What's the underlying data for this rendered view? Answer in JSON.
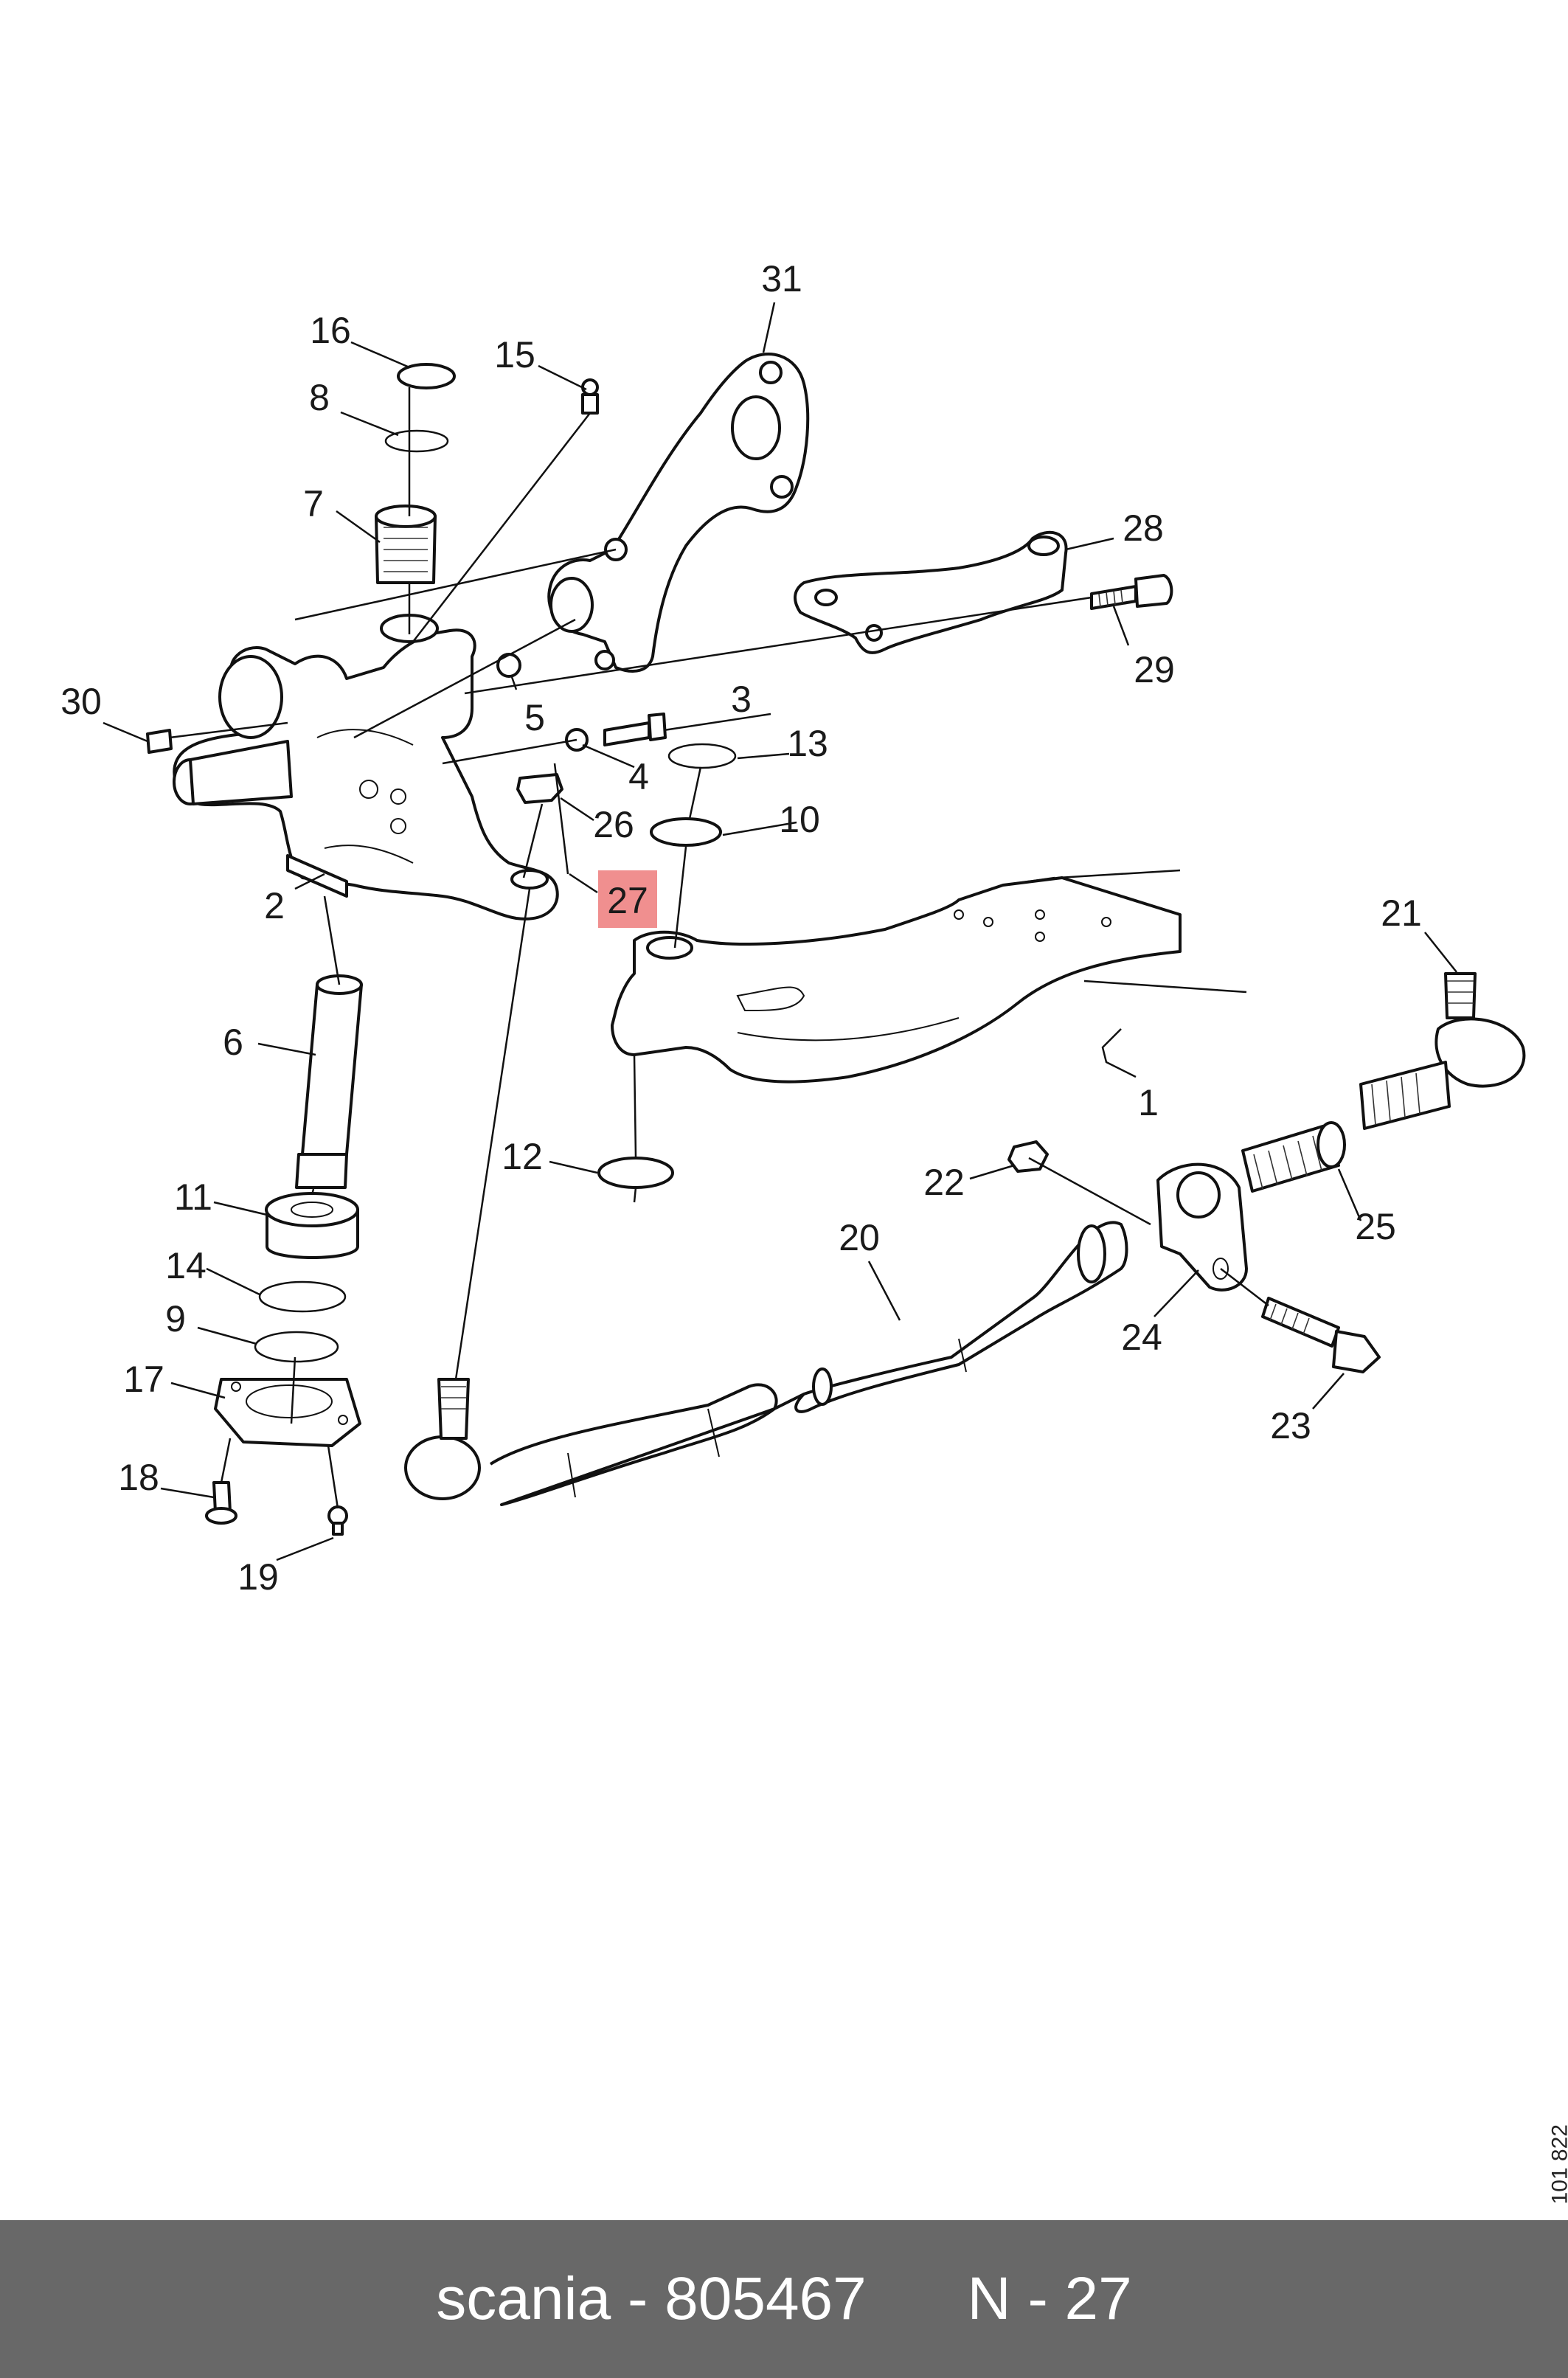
{
  "diagram": {
    "callouts": [
      "1",
      "2",
      "3",
      "4",
      "5",
      "6",
      "7",
      "8",
      "9",
      "10",
      "11",
      "12",
      "13",
      "14",
      "15",
      "16",
      "17",
      "18",
      "19",
      "20",
      "21",
      "22",
      "23",
      "24",
      "25",
      "26",
      "27",
      "28",
      "29",
      "30",
      "31"
    ],
    "highlighted_callout": "27",
    "highlight_color": "#f08f8f",
    "drawing_number": "101 822"
  },
  "footer": {
    "brand": "scania",
    "separator": " - ",
    "part_number": "805467",
    "position_label": "N - 27",
    "background_color": "#686868"
  }
}
